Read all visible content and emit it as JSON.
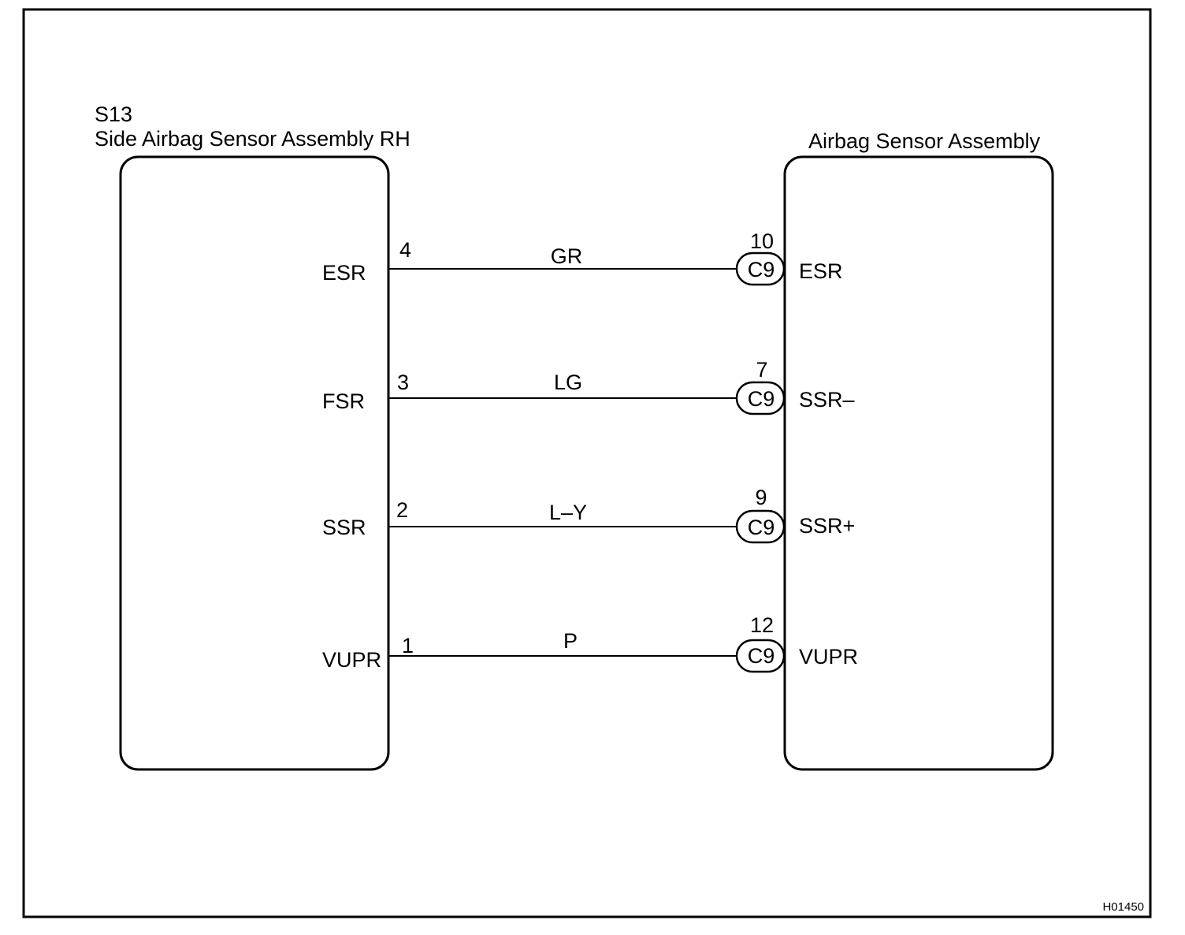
{
  "left_component": {
    "code": "S13",
    "name": "Side Airbag Sensor Assembly RH"
  },
  "right_component": {
    "name": "Airbag Sensor Assembly"
  },
  "wires": [
    {
      "left_terminal": "ESR",
      "left_pin": "4",
      "color": "GR",
      "connector": "C9",
      "right_pin": "10",
      "right_terminal": "ESR"
    },
    {
      "left_terminal": "FSR",
      "left_pin": "3",
      "color": "LG",
      "connector": "C9",
      "right_pin": "7",
      "right_terminal": "SSR–"
    },
    {
      "left_terminal": "SSR",
      "left_pin": "2",
      "color": "L–Y",
      "connector": "C9",
      "right_pin": "9",
      "right_terminal": "SSR+"
    },
    {
      "left_terminal": "VUPR",
      "left_pin": "1",
      "color": "P",
      "connector": "C9",
      "right_pin": "12",
      "right_terminal": "VUPR"
    }
  ],
  "figure_id": "H01450"
}
